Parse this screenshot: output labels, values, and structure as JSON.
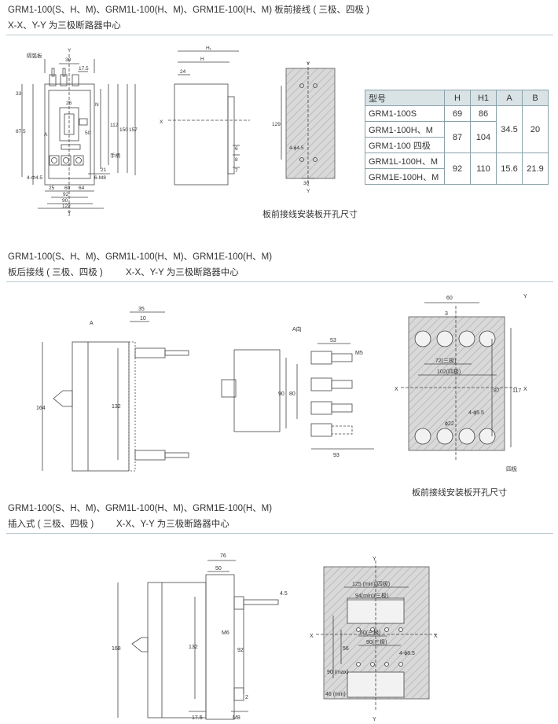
{
  "section1": {
    "title": "GRM1-100(S、H、M)、GRM1L-100(H、M)、GRM1E-100(H、M) 板前接线 ( 三极、四极 )",
    "subtitle": "X-X、Y-Y 为三极断路器中心",
    "front_labels": {
      "arc": "隔弧板",
      "y_top": "Y",
      "d30": "30",
      "d175": "17.5",
      "d33": "33",
      "d26": "26",
      "n": "N",
      "d875": "87.5",
      "a": "A",
      "d50": "50",
      "d112": "112",
      "d150": "150",
      "d157": "157",
      "d21": "21",
      "hole": "4-Φ4.5",
      "m8": "6-M8",
      "d60": "60",
      "d92": "92",
      "d90": "90",
      "d122": "122",
      "y_bot": "Y",
      "d25": "25",
      "d64": "64",
      "handle": "手柄"
    },
    "side_labels": {
      "h1": "H₁",
      "h": "H",
      "d24": "24",
      "x": "X",
      "d6": "6",
      "d8": "8",
      "d7": "7"
    },
    "cutout_labels": {
      "y_top": "Y",
      "d129": "129",
      "hole": "4-ϕ4.5",
      "d30": "30",
      "y_bot": "Y"
    },
    "caption": "板前接线安装板开孔尺寸",
    "table": {
      "headers": [
        "型号",
        "H",
        "H1",
        "A",
        "B"
      ],
      "models": [
        "GRM1-100S",
        "GRM1-100H、M",
        "GRM1-100 四极",
        "GRM1L-100H、M",
        "GRM1E-100H、M"
      ],
      "h": [
        "69",
        "87",
        "92"
      ],
      "h1": [
        "86",
        "104",
        "110"
      ],
      "a": [
        "34.5",
        "15.6"
      ],
      "b": [
        "20",
        "21.9"
      ]
    }
  },
  "section2": {
    "title": "GRM1-100(S、H、M)、GRM1L-100(H、M)、GRM1E-100(H、M)",
    "subtitle_left": "板后接线 ( 三极、四极 )",
    "subtitle_right": "X-X、Y-Y 为三极断路器中心",
    "side_labels": {
      "a": "A",
      "d35": "35",
      "d10": "10",
      "d164": "164",
      "d132": "132"
    },
    "view_labels": {
      "title": "A向",
      "d53": "53",
      "m5": "M5",
      "d90": "90",
      "d80": "80",
      "d93": "93"
    },
    "cutout_labels": {
      "d60": "60",
      "y_top": "Y",
      "d3": "3",
      "d72": "72(三极)",
      "d102": "102(四极)",
      "x_left": "X",
      "x_right": "X",
      "d87": "87",
      "d117": "117",
      "d22": "ϕ22",
      "hole": "4-ϕ5.5",
      "four_pole": "四极"
    },
    "caption": "板前接线安装板开孔尺寸"
  },
  "section3": {
    "title": "GRM1-100(S、H、M)、GRM1L-100(H、M)、GRM1E-100(H、M)",
    "subtitle_left": "插入式 ( 三极、四极 )",
    "subtitle_right": "X-X、Y-Y 为三极断路器中心",
    "side_labels": {
      "d76": "76",
      "d50": "50",
      "d45": "4.5",
      "d168": "168",
      "d132": "132",
      "m6": "M6",
      "d92": "92",
      "d2": "2",
      "d175": "17.5",
      "m8": "M8"
    },
    "cutout_labels": {
      "y_top": "Y",
      "d125": "125 (min)(四极)",
      "d94": "94(min)(三极)",
      "x_left": "X",
      "x_right": "X",
      "d60": "60(三极)",
      "d90s": "90(三极)",
      "d56": "56",
      "d90max": "90 (max)",
      "hole": "4-ϕ8.5",
      "d46": "46 (min)",
      "y_bot": "Y"
    }
  }
}
